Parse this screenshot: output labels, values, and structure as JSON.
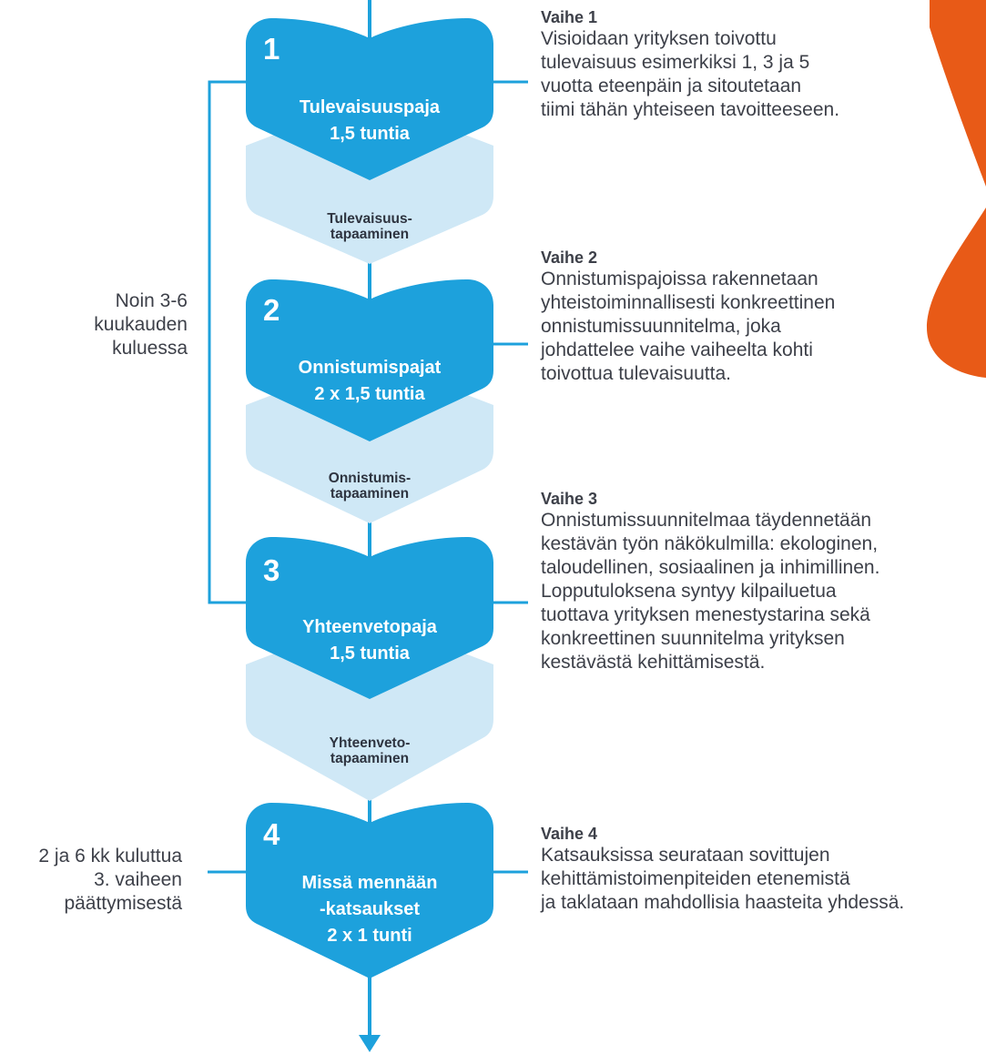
{
  "colors": {
    "blue": "#1da1dc",
    "light_blue": "#cfe8f6",
    "orange": "#e85a17",
    "text": "#3d4049"
  },
  "stages": [
    {
      "number": "1",
      "title": "Tulevaisuuspaja\n1,5 tuntia",
      "meeting": "Tulevaisuus-\ntapaaminen"
    },
    {
      "number": "2",
      "title": "Onnistumispajat\n2 x 1,5 tuntia",
      "meeting": "Onnistumis-\ntapaaminen"
    },
    {
      "number": "3",
      "title": "Yhteenvetopaja\n1,5 tuntia",
      "meeting": "Yhteenveto-\ntapaaminen"
    },
    {
      "number": "4",
      "title": "Missä mennään\n-katsaukset\n2 x 1 tunti"
    }
  ],
  "phases": [
    {
      "title": "Vaihe 1",
      "lines": [
        "Visioidaan yrityksen toivottu",
        "tulevaisuus esimerkiksi 1, 3 ja 5",
        "vuotta eteenpäin ja sitoutetaan",
        "tiimi tähän yhteiseen tavoitteeseen."
      ]
    },
    {
      "title": "Vaihe 2",
      "lines": [
        "Onnistumispajoissa rakennetaan",
        "yhteistoiminnallisesti konkreettinen",
        "onnistumissuunnitelma, joka",
        "johdattelee vaihe vaiheelta kohti",
        "toivottua tulevaisuutta."
      ]
    },
    {
      "title": "Vaihe 3",
      "lines": [
        "Onnistumissuunnitelmaa täydennetään",
        "kestävän työn näkökulmilla: ekologinen,",
        "taloudellinen, sosiaalinen ja inhimillinen.",
        "Lopputuloksena syntyy kilpailuetua",
        "tuottava yrityksen menestystarina sekä",
        "konkreettinen suunnitelma yrityksen",
        "kestävästä kehittämisestä."
      ]
    },
    {
      "title": "Vaihe 4",
      "lines": [
        "Katsauksissa seurataan sovittujen",
        "kehittämistoimenpiteiden etenemistä",
        "ja taklataan mahdollisia haasteita yhdessä."
      ]
    }
  ],
  "side_labels": {
    "period": [
      "Noin 3-6",
      "kuukauden",
      "kuluessa"
    ],
    "followup": [
      "2 ja 6 kk kuluttua",
      "3. vaiheen",
      "päättymisestä"
    ]
  }
}
